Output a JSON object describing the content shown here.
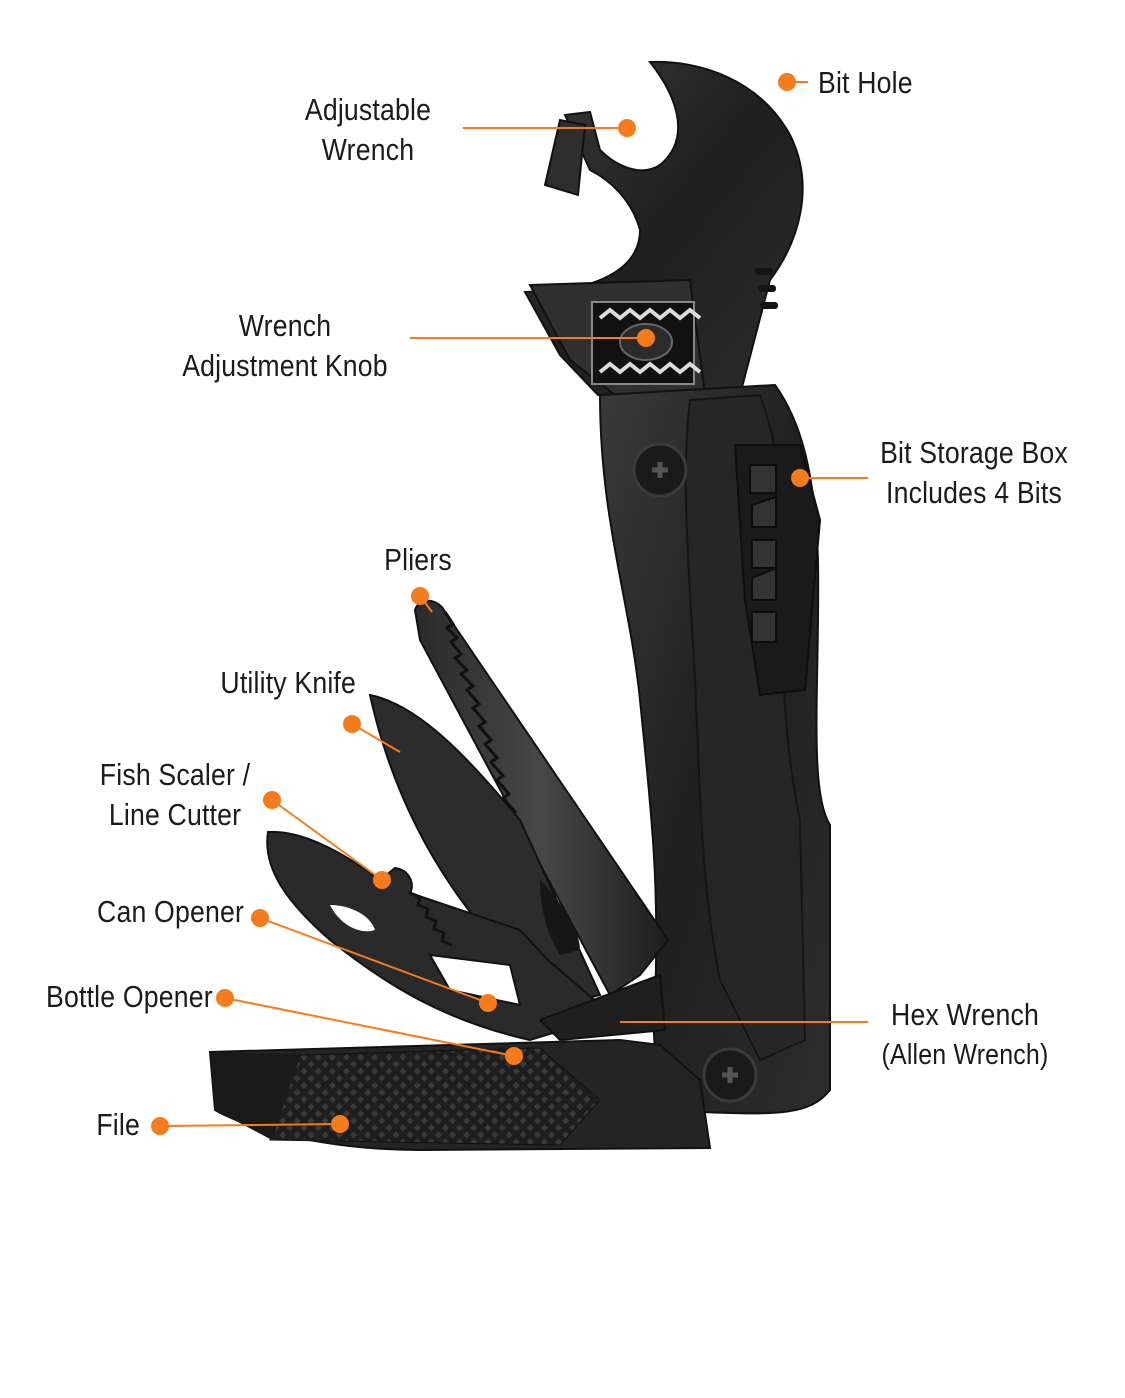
{
  "accent_color": "#f47c1c",
  "tool_color": "#2a2a2a",
  "labels": {
    "adjustable_wrench": [
      "Adjustable",
      "Wrench"
    ],
    "bit_hole": [
      "Bit Hole"
    ],
    "wrench_adjustment_knob": [
      "Wrench",
      "Adjustment Knob"
    ],
    "bit_storage_box": [
      "Bit Storage Box",
      "Includes 4 Bits"
    ],
    "pliers": [
      "Pliers"
    ],
    "utility_knife": [
      "Utility Knife"
    ],
    "fish_scaler": [
      "Fish Scaler /",
      "Line Cutter"
    ],
    "can_opener": [
      "Can Opener"
    ],
    "bottle_opener": [
      "Bottle Opener"
    ],
    "hex_wrench": [
      "Hex Wrench",
      "(Allen Wrench)"
    ],
    "file": [
      "File"
    ]
  }
}
